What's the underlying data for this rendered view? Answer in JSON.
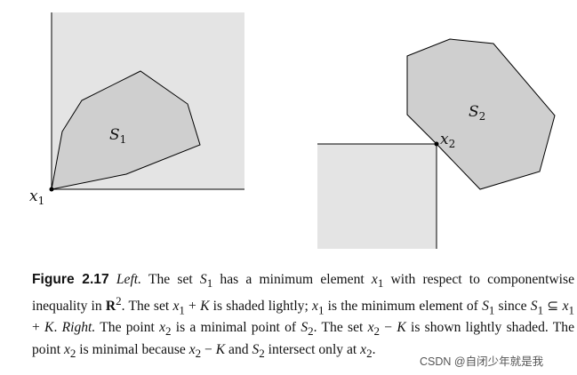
{
  "figure": {
    "left_set_label_base": "S",
    "left_set_label_sub": "1",
    "left_point_label_base": "x",
    "left_point_label_sub": "1",
    "right_set_label_base": "S",
    "right_set_label_sub": "2",
    "right_point_label_base": "x",
    "right_point_label_sub": "2"
  },
  "caption": {
    "figure_label": "Figure 2.17",
    "t1": "Left.",
    "t2": "The set ",
    "t3": "S",
    "t4": "1",
    "t5": " has a minimum element ",
    "t6": "x",
    "t7": "1",
    "t8": " with respect to componentwise inequality in ",
    "t9": "R",
    "t10": "2",
    "t11": ". The set ",
    "t12": "x",
    "t13": "1",
    "t14": " + ",
    "t15": "K",
    "t16": " is shaded lightly; ",
    "t17": "x",
    "t18": "1",
    "t19": " is the minimum element of ",
    "t20": "S",
    "t21": "1",
    "t22": " since ",
    "t23": "S",
    "t24": "1",
    "t25": " ⊆ ",
    "t26": "x",
    "t27": "1",
    "t28": " + ",
    "t29": "K",
    "t30": ". ",
    "t31": "Right.",
    "t32": " The point ",
    "t33": "x",
    "t34": "2",
    "t35": " is a minimal point of ",
    "t36": "S",
    "t37": "2",
    "t38": ". The set ",
    "t39": "x",
    "t40": "2",
    "t41": " − ",
    "t42": "K",
    "t43": " is shown lightly shaded. The point ",
    "t44": "x",
    "t45": "2",
    "t46": " is minimal because ",
    "t47": "x",
    "t48": "2",
    "t49": " − ",
    "t50": "K",
    "t51": " and ",
    "t52": "S",
    "t53": "2",
    "t54": " intersect only at ",
    "t55": "x",
    "t56": "2",
    "t57": "."
  },
  "watermark": "CSDN @自闭少年就是我",
  "colors": {
    "light_shade": "#e4e4e4",
    "set_fill": "#cfcfcf",
    "line": "#000000"
  }
}
